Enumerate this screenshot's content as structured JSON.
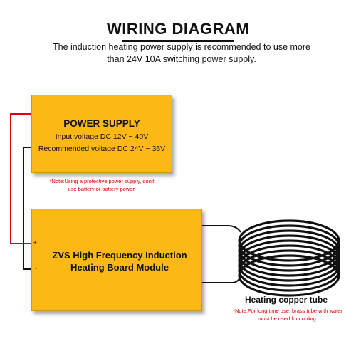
{
  "header": {
    "title": "WIRING DIAGRAM",
    "subtitle_line1": "The induction heating power supply is recommended to use more",
    "subtitle_line2": "than 24V 10A switching power supply."
  },
  "power_supply": {
    "title": "POWER SUPPLY",
    "input_voltage": "Input voltage DC 12V ~ 40V",
    "recommended_voltage": "Recommended voltage DC 24V ~ 36V",
    "note_line1": "*Note:Using a protective power supply, don't",
    "note_line2": "use battery or battery power."
  },
  "board": {
    "line1": "ZVS High Frequency Induction",
    "line2": "Heating Board Module",
    "plus_label": "+",
    "minus_label": "-"
  },
  "coil": {
    "label": "Heating copper tube",
    "note_line1": "*Note:For long time use, brass tube with water",
    "note_line2": "must be used for cooling.",
    "turns": 8
  },
  "colors": {
    "box_fill": "#fcb814",
    "positive_wire": "#e00000",
    "negative_wire": "#111111",
    "note_text": "#e00000"
  }
}
